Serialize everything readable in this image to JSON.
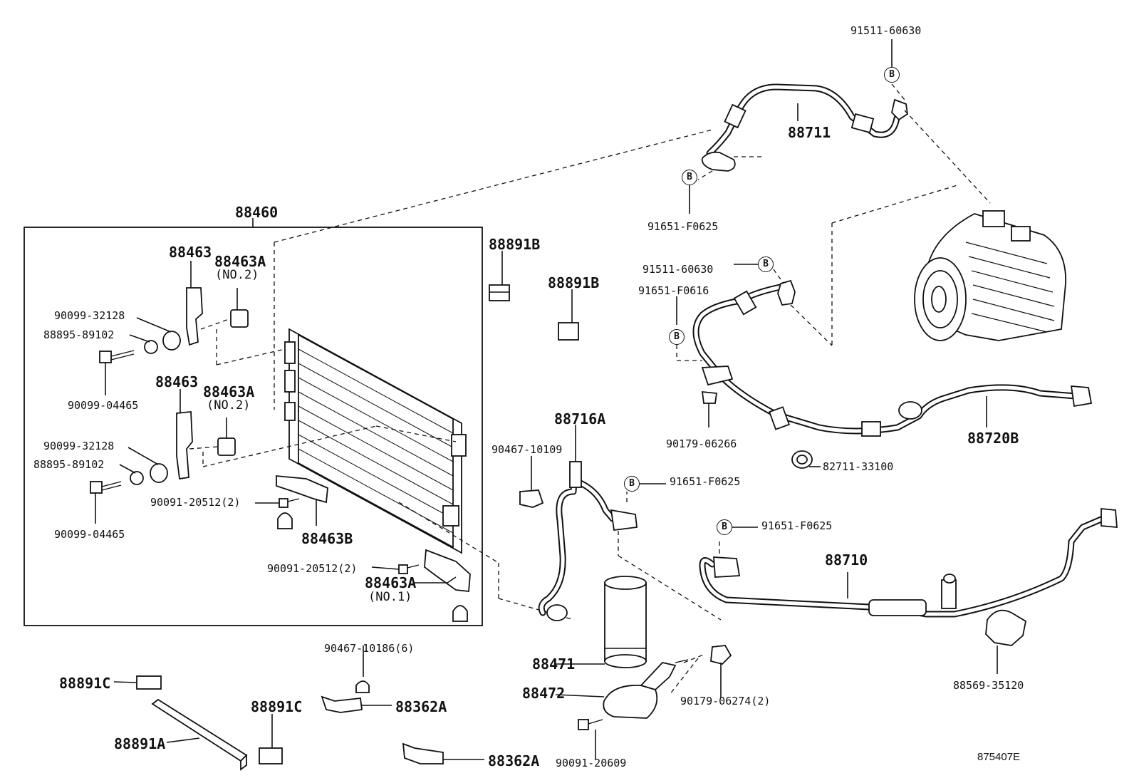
{
  "diagram_id": "875407E",
  "labels": {
    "p88460": "88460",
    "p88463_a": "88463",
    "p88463A_a": "88463A",
    "no2_a": "(NO.2)",
    "p90099_32128_a": "90099-32128",
    "p88895_89102_a": "88895-89102",
    "p90099_04465_a": "90099-04465",
    "p88463_b": "88463",
    "p88463A_b": "88463A",
    "no2_b": "(NO.2)",
    "p90099_32128_b": "90099-32128",
    "p88895_89102_b": "88895-89102",
    "p90099_04465_b": "90099-04465",
    "p90091_20512_a": "90091-20512(2)",
    "p88463B": "88463B",
    "p90091_20512_b": "90091-20512(2)",
    "p88463A_c": "88463A",
    "no1": "(NO.1)",
    "p88891B_a": "88891B",
    "p88891B_b": "88891B",
    "p91511_60630_top": "91511-60630",
    "p88711": "88711",
    "p91651_F0625_top": "91651-F0625",
    "p91511_60630_mid": "91511-60630",
    "p91651_F0616": "91651-F0616",
    "p90179_06266": "90179-06266",
    "p88720B": "88720B",
    "p82711_33100": "82711-33100",
    "p88716A": "88716A",
    "p90467_10109": "90467-10109",
    "p91651_F0625_mid": "91651-F0625",
    "p91651_F0625_right": "91651-F0625",
    "p88710": "88710",
    "p88569_35120": "88569-35120",
    "p88471": "88471",
    "p88472": "88472",
    "p90179_06274": "90179-06274(2)",
    "p90091_20609": "90091-20609",
    "p90467_10186": "90467-10186(6)",
    "p88362A_a": "88362A",
    "p88362A_b": "88362A",
    "p88891C_a": "88891C",
    "p88891C_b": "88891C",
    "p88891A": "88891A"
  },
  "bolt_symbol": "B"
}
